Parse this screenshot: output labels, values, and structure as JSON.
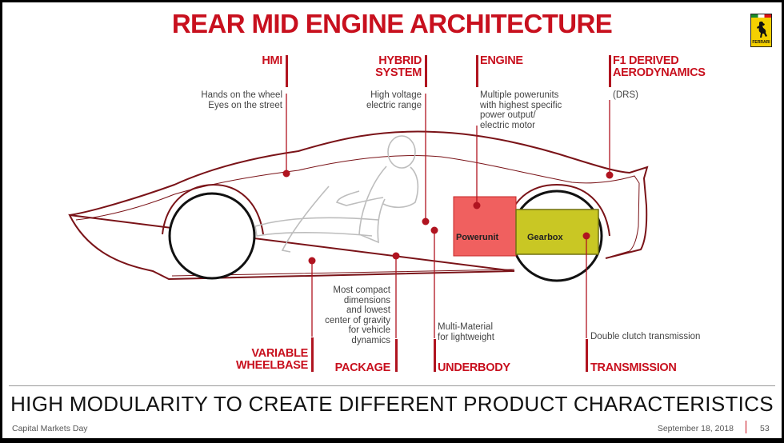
{
  "slide": {
    "title": "REAR MID ENGINE ARCHITECTURE",
    "tagline": "HIGH MODULARITY TO CREATE DIFFERENT PRODUCT CHARACTERISTICS",
    "accent_color": "#c8101e"
  },
  "logo": {
    "icon": "prancing-horse-icon",
    "wordmark": "FERRARI",
    "color": "#f4d000"
  },
  "top_labels": {
    "hmi": {
      "heading": [
        "HMI"
      ],
      "desc": [
        "Hands on the wheel",
        "Eyes on the street"
      ]
    },
    "hybrid": {
      "heading": [
        "HYBRID",
        "SYSTEM"
      ],
      "desc": [
        "High voltage",
        "electric range"
      ]
    },
    "engine": {
      "heading": [
        "ENGINE"
      ],
      "desc": [
        "Multiple powerunits",
        "with highest specific",
        "power output/",
        "electric motor"
      ]
    },
    "aero": {
      "heading": [
        "F1 DERIVED",
        "AERODYNAMICS"
      ],
      "desc": [
        "(DRS)"
      ]
    }
  },
  "bottom_labels": {
    "wheelbase": {
      "heading": [
        "VARIABLE",
        "WHEELBASE"
      ]
    },
    "package": {
      "heading": [
        "PACKAGE"
      ],
      "desc": [
        "Most compact",
        "dimensions",
        "and lowest",
        "center of gravity",
        "for vehicle",
        "dynamics"
      ]
    },
    "underbody": {
      "heading": [
        "UNDERBODY"
      ],
      "desc": [
        "Multi-Material",
        "for lightweight"
      ]
    },
    "transmission": {
      "heading": [
        "TRANSMISSION"
      ],
      "desc": [
        "Double clutch transmission"
      ]
    }
  },
  "components": {
    "powerunit": {
      "label": "Powerunit",
      "color": "#f0605f"
    },
    "gearbox": {
      "label": "Gearbox",
      "color": "#c9c724"
    }
  },
  "footer": {
    "left": "Capital Markets Day",
    "date": "September 18, 2018",
    "page": "53"
  }
}
